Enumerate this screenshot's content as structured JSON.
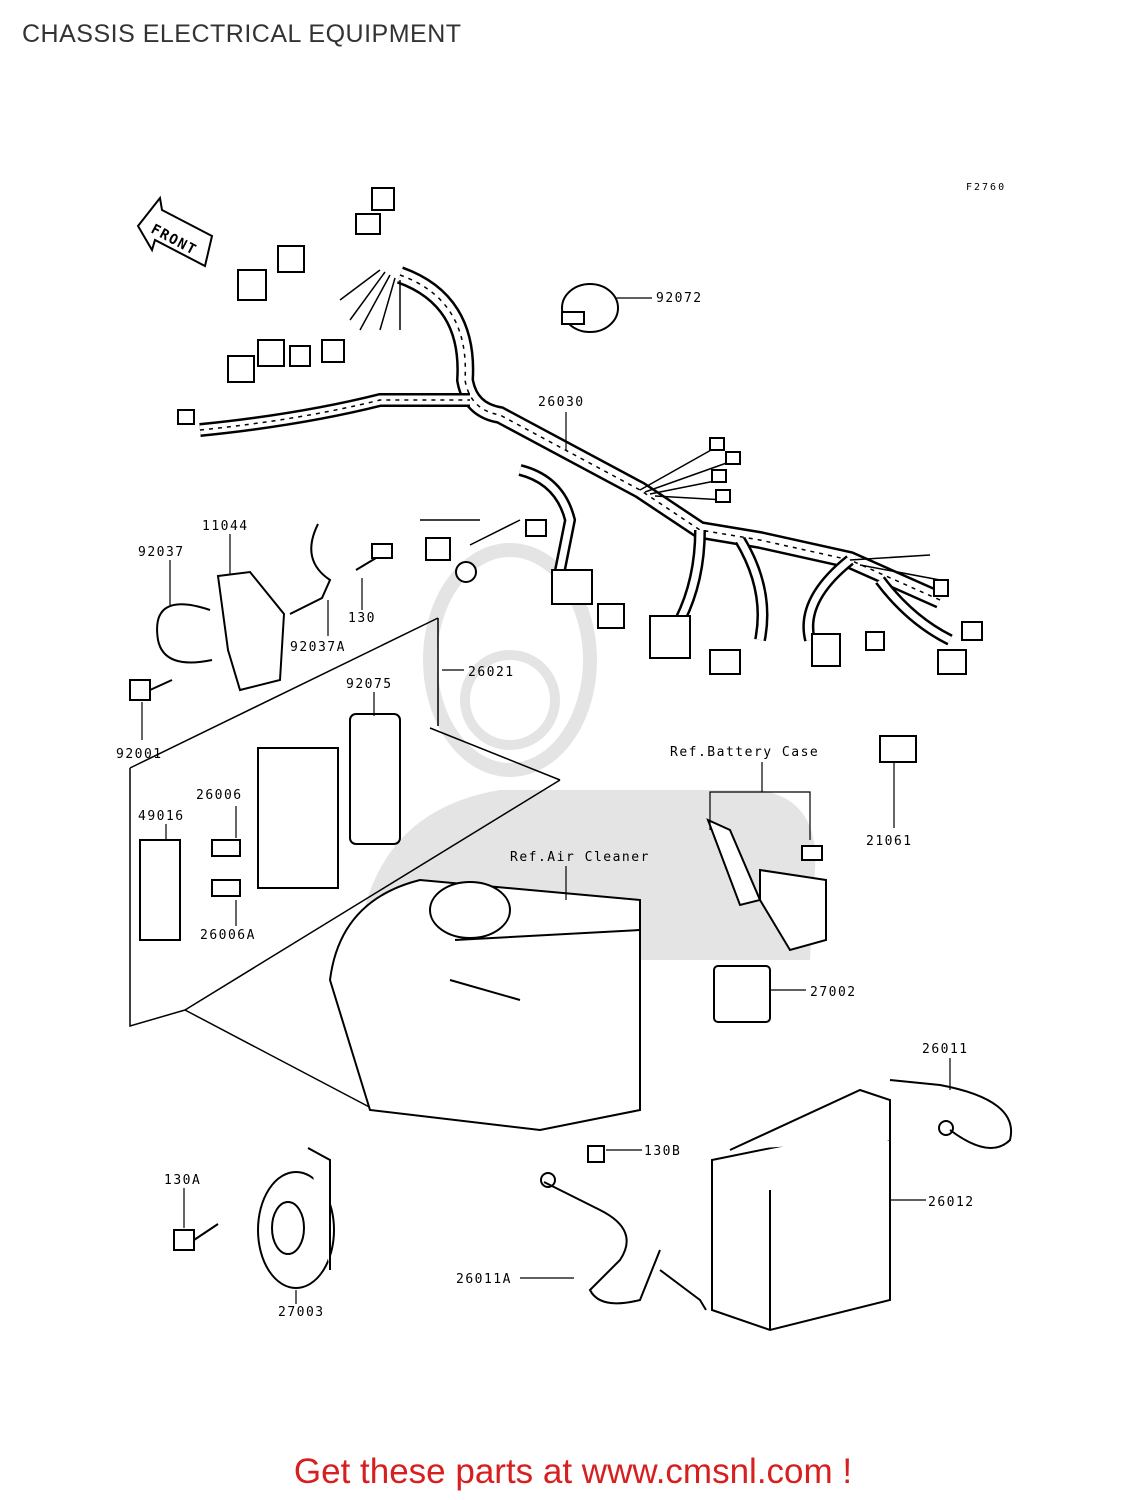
{
  "header": {
    "title": "CHASSIS ELECTRICAL EQUIPMENT"
  },
  "diagram": {
    "figure_code": "F2760",
    "front_label": "FRONT",
    "callouts": {
      "p92072": "92072",
      "p26030": "26030",
      "p11044": "11044",
      "p92037": "92037",
      "p130": "130",
      "p92037A": "92037A",
      "p26021": "26021",
      "p92075": "92075",
      "p92001": "92001",
      "ref_battery_case": "Ref.Battery Case",
      "p26006": "26006",
      "p49016": "49016",
      "p21061": "21061",
      "ref_air_cleaner": "Ref.Air Cleaner",
      "p26006A": "26006A",
      "p27002": "27002",
      "p26011": "26011",
      "p130B": "130B",
      "p130A": "130A",
      "p26012": "26012",
      "p26011A": "26011A",
      "p27003": "27003"
    }
  },
  "footer": {
    "cta": "Get these parts at www.cmsnl.com !"
  },
  "colors": {
    "cta": "#d81f1f",
    "line": "#000000",
    "watermark": "#d9d9d9"
  }
}
